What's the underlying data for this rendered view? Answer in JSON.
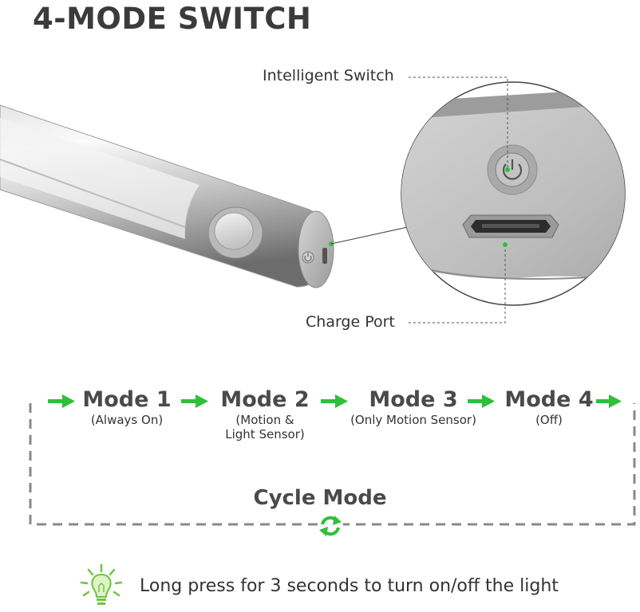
{
  "title": "4-MODE SWITCH",
  "callouts": {
    "switch": "Intelligent Switch",
    "port": "Charge Port"
  },
  "modes": [
    {
      "title": "Mode 1",
      "sub": [
        "(Always On)"
      ]
    },
    {
      "title": "Mode 2",
      "sub": [
        "(Motion &",
        "Light Sensor)"
      ]
    },
    {
      "title": "Mode 3",
      "sub": [
        "(Only Motion Sensor)"
      ]
    },
    {
      "title": "Mode 4",
      "sub": [
        "(Off)"
      ]
    }
  ],
  "cycle_label": "Cycle Mode",
  "tip": "Long press for 3 seconds to turn on/off the light",
  "colors": {
    "accent_green": "#2fbf3a",
    "text": "#3a3a3a",
    "dash": "#8a8a8a"
  },
  "icons": [
    "arrow-right-icon",
    "refresh-icon",
    "lightbulb-icon",
    "power-icon",
    "usb-port-icon"
  ]
}
